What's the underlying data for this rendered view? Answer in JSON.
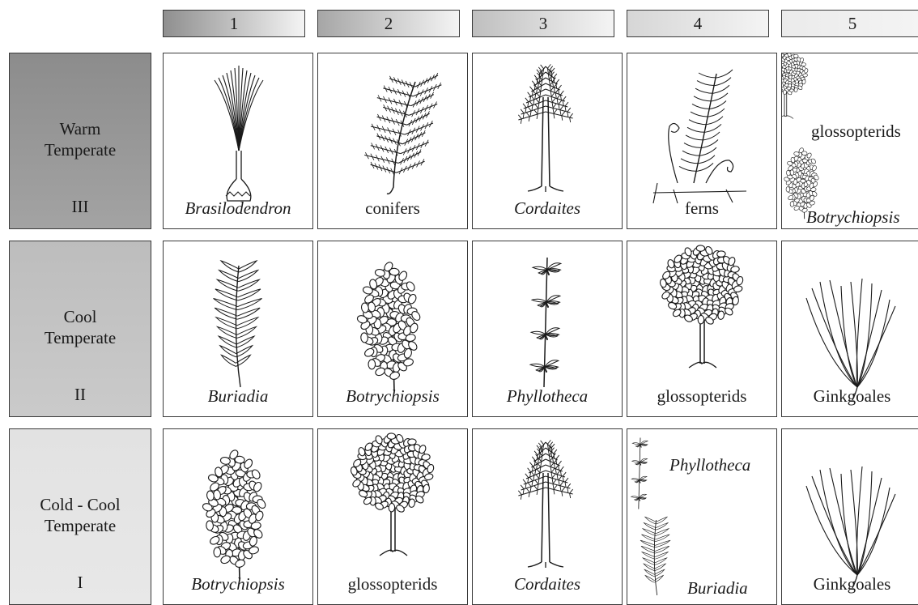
{
  "columns": [
    "1",
    "2",
    "3",
    "4",
    "5"
  ],
  "column_colors": [
    "#8f8f8f",
    "#a6a6a6",
    "#bfbfbf",
    "#d6d6d6",
    "#ebebeb"
  ],
  "rows": [
    {
      "zone_line1": "Warm",
      "zone_line2": "Temperate",
      "number": "III",
      "color": "#8c8c8c",
      "cells": [
        {
          "label": "Brasilodendron",
          "italic": true,
          "icon": "brasilodendron-icon"
        },
        {
          "label": "conifers",
          "italic": false,
          "icon": "conifer-branch-icon"
        },
        {
          "label": "Cordaites",
          "italic": true,
          "icon": "cordaites-tree-icon"
        },
        {
          "label": "ferns",
          "italic": false,
          "icon": "fern-icon"
        },
        {
          "label": "glossopterids",
          "italic": false,
          "label2": "Botrychiopsis",
          "italic2": true,
          "icon": "glossopterid-tree-icon",
          "icon2": "botrychiopsis-frond-icon"
        }
      ]
    },
    {
      "zone_line1": "Cool",
      "zone_line2": "Temperate",
      "number": "II",
      "color": "#bdbdbd",
      "cells": [
        {
          "label": "Buriadia",
          "italic": true,
          "icon": "buriadia-branch-icon"
        },
        {
          "label": "Botrychiopsis",
          "italic": true,
          "icon": "botrychiopsis-frond-icon"
        },
        {
          "label": "Phyllotheca",
          "italic": true,
          "icon": "phyllotheca-stem-icon"
        },
        {
          "label": "glossopterids",
          "italic": false,
          "icon": "glossopterid-tree-icon"
        },
        {
          "label": "Ginkgoales",
          "italic": false,
          "icon": "ginkgoales-icon"
        }
      ]
    },
    {
      "zone_line1": "Cold - Cool",
      "zone_line2": "Temperate",
      "number": "I",
      "color": "#e2e2e2",
      "cells": [
        {
          "label": "Botrychiopsis",
          "italic": true,
          "icon": "botrychiopsis-frond-icon"
        },
        {
          "label": "glossopterids",
          "italic": false,
          "icon": "glossopterid-tree-icon"
        },
        {
          "label": "Cordaites",
          "italic": true,
          "icon": "cordaites-tree-icon"
        },
        {
          "label": "Phyllotheca",
          "italic": true,
          "label2": "Buriadia",
          "italic2": true,
          "icon": "phyllotheca-stem-icon",
          "icon2": "buriadia-branch-icon"
        },
        {
          "label": "Ginkgoales",
          "italic": false,
          "icon": "ginkgoales-icon"
        }
      ]
    }
  ]
}
